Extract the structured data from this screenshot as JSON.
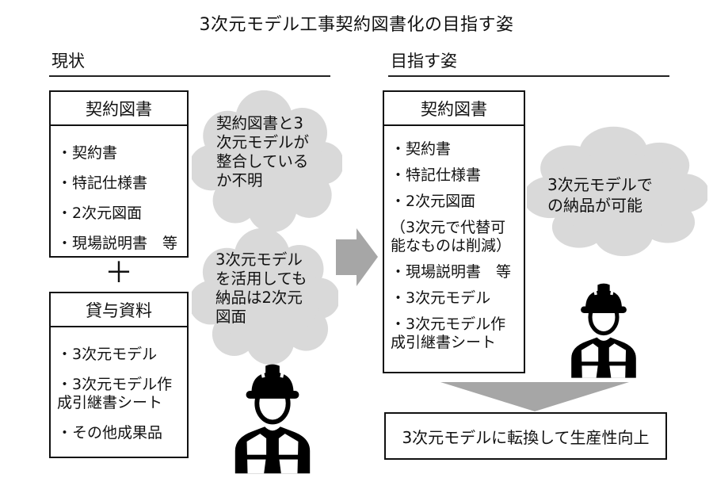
{
  "title": "3次元モデル工事契約図書化の目指す姿",
  "colors": {
    "cloud": "#d9d9d9",
    "arrow": "#a6a6a6",
    "ink": "#111111"
  },
  "left": {
    "heading": "現状",
    "contract_box": {
      "title": "契約図書",
      "items": [
        "・契約書",
        "・特記仕様書",
        "・2次元図面",
        "・現場説明書　等"
      ]
    },
    "plus": "＋",
    "loan_box": {
      "title": "貸与資料",
      "items": [
        "・3次元モデル",
        "・3次元モデル作\n成引継書シート",
        "・その他成果品"
      ]
    },
    "cloud_top": "契約図書と3\n次元モデルが\n整合している\nか不明",
    "cloud_bottom": "3次元モデル\nを活用しても\n納品は2次元\n図面"
  },
  "right": {
    "heading": "目指す姿",
    "contract_box": {
      "title": "契約図書",
      "items": [
        "・契約書",
        "・特記仕様書",
        "・2次元図面",
        "（3次元で代替可\n能なものは削減）",
        "・現場説明書　等",
        "・3次元モデル",
        "・3次元モデル作\n成引継書シート"
      ]
    },
    "cloud": "3次元モデルで\nの納品が可能",
    "result_box": "3次元モデルに転換して生産性向上"
  },
  "icons": {
    "worker_left": "construction-worker",
    "worker_right": "construction-worker",
    "flow_arrow": "right-arrow",
    "result_arrow": "down-arrow"
  }
}
